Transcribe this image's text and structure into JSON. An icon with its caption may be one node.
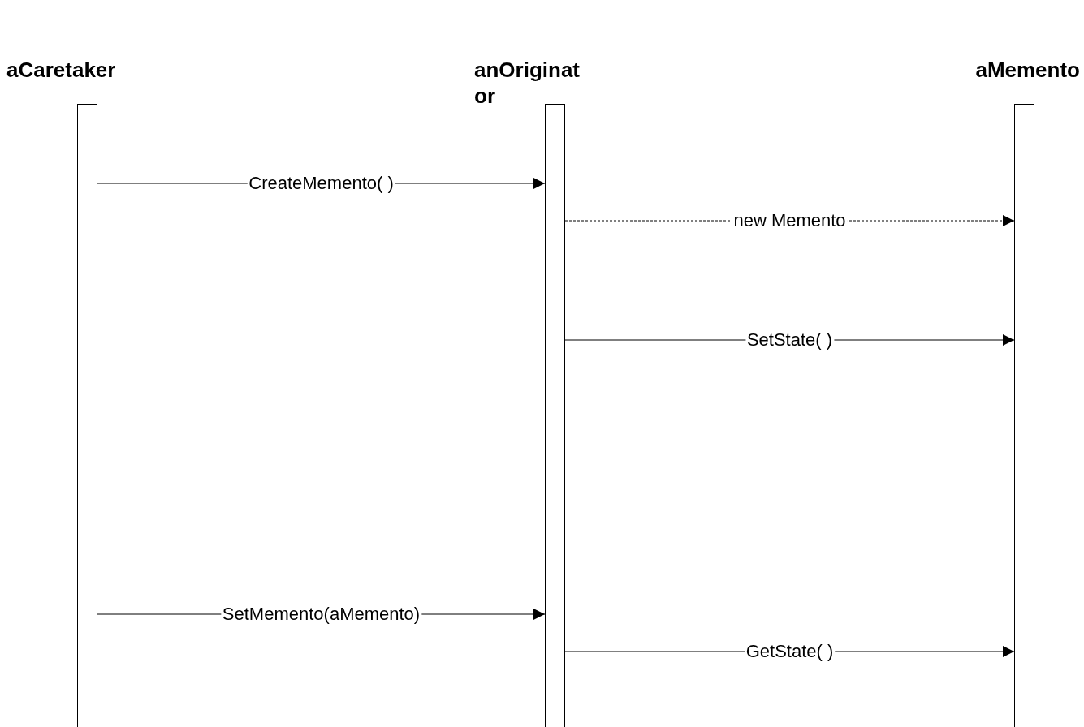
{
  "diagram": {
    "nodes": [
      {
        "text": [
          "aCaretaker"
        ]
      },
      {
        "text": [
          "anOriginator"
        ]
      },
      {
        "text": [
          "aMemento"
        ]
      }
    ],
    "edges": [
      {
        "from": 0,
        "to": 1,
        "arrow": "to",
        "label": "CreateMemento( )"
      },
      {
        "from": 1,
        "to": 2,
        "arrow": "to",
        "label": "new Memento",
        "style": "dashed"
      },
      {
        "from": 1,
        "to": 2,
        "arrow": "to",
        "label": "SetState( )"
      },
      {
        "from": 0,
        "to": 1,
        "arrow": "to",
        "label": "SetMemento(aMemento)"
      },
      {
        "from": 1,
        "to": 2,
        "arrow": "to",
        "label": "GetState( )"
      }
    ]
  }
}
